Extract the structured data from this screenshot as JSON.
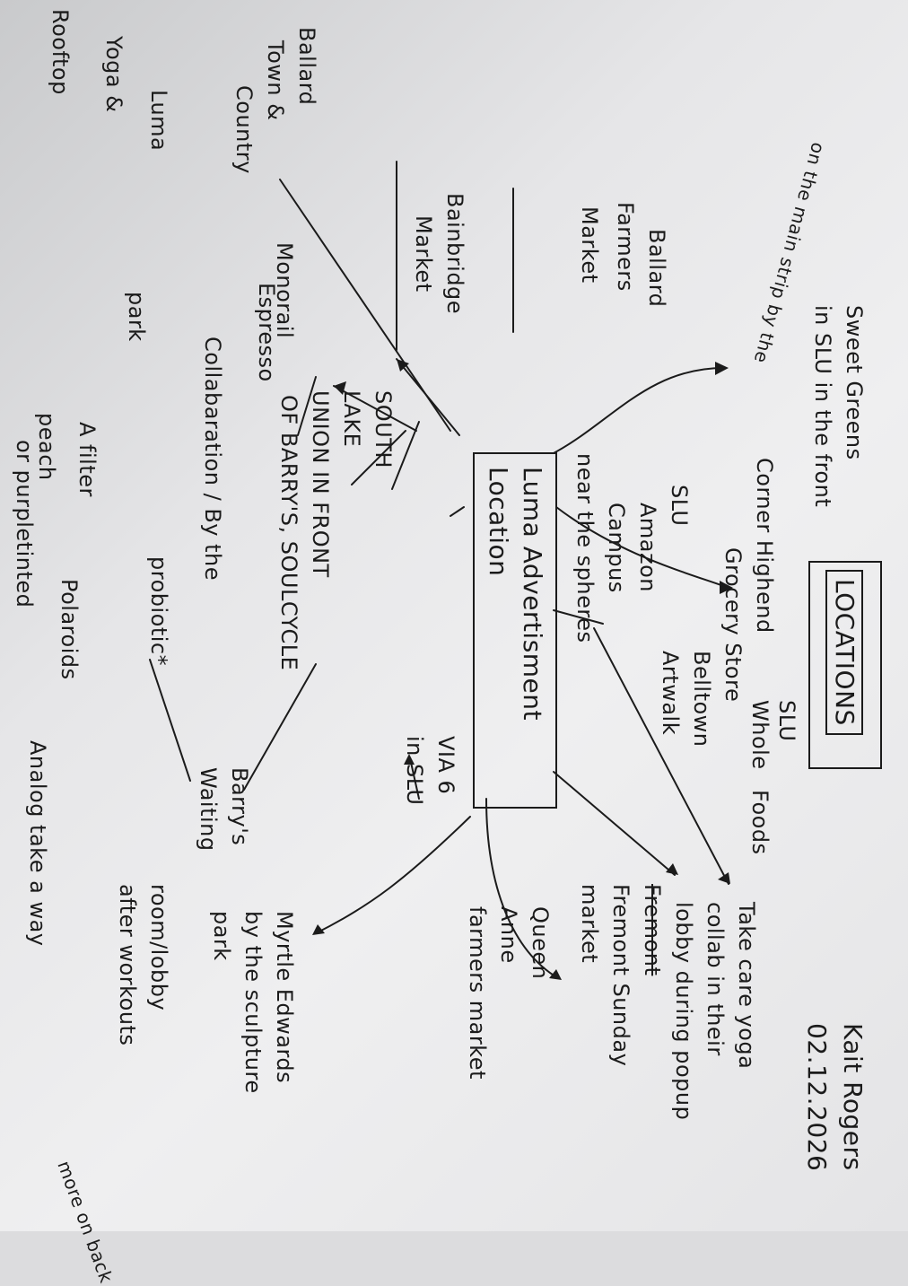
{
  "header": {
    "title": "LOCATIONS",
    "author": "Kait Rogers",
    "date": "02.12.2026",
    "more": "more on back"
  },
  "center": [
    "Luma Advertisment",
    "Location"
  ],
  "branches": {
    "sweet_greens": [
      "Sweet Greens",
      "in SLU in the front"
    ],
    "sweet_greens_note": "on the main strip by the",
    "whole_foods": [
      "SLU",
      "Whole",
      "Foods"
    ],
    "whole_foods_note": [
      "Corner Highend",
      "Grocery Store"
    ],
    "belltown": [
      "Belltown",
      "Artwalk"
    ],
    "take_care": [
      "Take care yoga",
      "collab in their",
      "lobby during popup"
    ],
    "fremont": [
      "Fremont",
      "Fremont Sunday",
      "market"
    ],
    "queen_anne": [
      "Queen",
      "Anne",
      "farmers market"
    ],
    "myrtle": [
      "Myrtle Edwards",
      "by the sculpture",
      "park"
    ],
    "barrys": [
      "Barry's",
      "Waiting",
      "room/lobby",
      "after workouts"
    ],
    "via": [
      "VIA 6",
      "in SLU"
    ],
    "analog": [
      "Analog take a way"
    ],
    "polaroids": [
      "A filter",
      "probiotic*",
      "Polaroids",
      "peach",
      "or purpletinted"
    ],
    "slu_union": [
      "SOUTH",
      "LAKE",
      "UNION IN FRONT",
      "OF BARRY'S, SOULCYCLE"
    ],
    "amazon": [
      "SLU",
      "Amazon",
      "Campus",
      "near the spheres"
    ],
    "espresso": [
      "Espresso",
      "Collabaration / By the",
      "park"
    ],
    "monorail": "Monorail",
    "bainbridge": [
      "Bainbridge",
      "Market"
    ],
    "ballard_farmers": [
      "Ballard",
      "Farmers",
      "Market"
    ],
    "rooftop": [
      "Rooftop",
      "Yoga &",
      "Luma"
    ],
    "ballard_town": [
      "Ballard",
      "Town &",
      "Country"
    ]
  }
}
